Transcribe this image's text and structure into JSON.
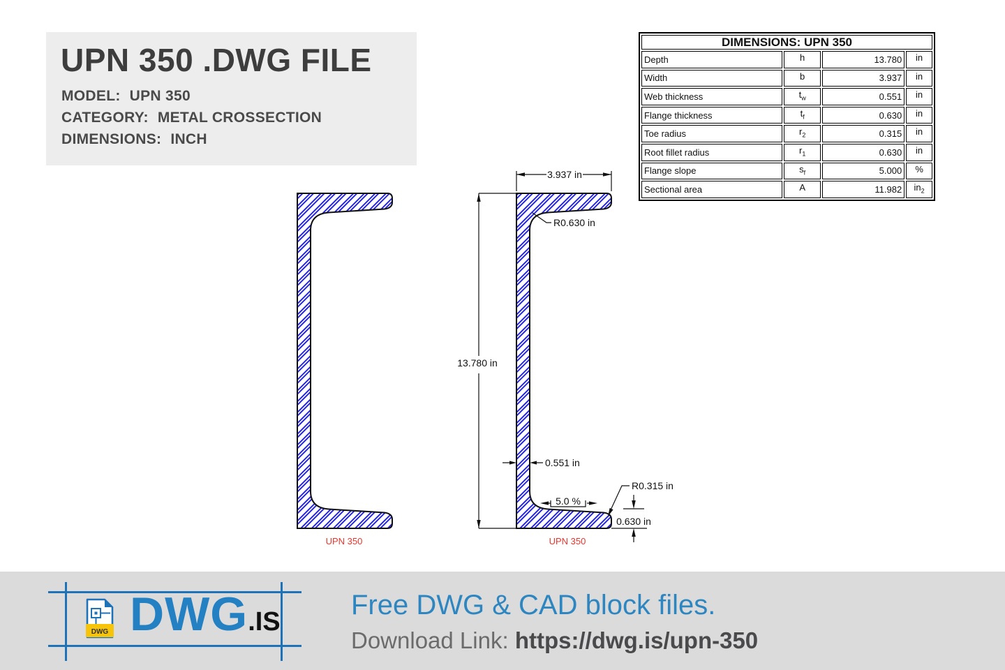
{
  "header": {
    "title": "UPN 350 .DWG FILE",
    "fields": [
      {
        "label": "MODEL:",
        "value": "UPN 350"
      },
      {
        "label": "CATEGORY:",
        "value": "METAL CROSSECTION"
      },
      {
        "label": "DIMENSIONS:",
        "value": "INCH"
      }
    ]
  },
  "dimensions_table": {
    "title": "DIMENSIONS: UPN 350",
    "rows": [
      {
        "name": "Depth",
        "symbol": "h",
        "symbol_sub": "",
        "value": "13.780",
        "unit": "in",
        "unit_sub": ""
      },
      {
        "name": "Width",
        "symbol": "b",
        "symbol_sub": "",
        "value": "3.937",
        "unit": "in",
        "unit_sub": ""
      },
      {
        "name": "Web thickness",
        "symbol": "t",
        "symbol_sub": "w",
        "value": "0.551",
        "unit": "in",
        "unit_sub": ""
      },
      {
        "name": "Flange thickness",
        "symbol": "t",
        "symbol_sub": "f",
        "value": "0.630",
        "unit": "in",
        "unit_sub": ""
      },
      {
        "name": "Toe radius",
        "symbol": "r",
        "symbol_sub": "2",
        "value": "0.315",
        "unit": "in",
        "unit_sub": ""
      },
      {
        "name": "Root fillet radius",
        "symbol": "r",
        "symbol_sub": "1",
        "value": "0.630",
        "unit": "in",
        "unit_sub": ""
      },
      {
        "name": "Flange slope",
        "symbol": "s",
        "symbol_sub": "f",
        "value": "5.000",
        "unit": "%",
        "unit_sub": ""
      },
      {
        "name": "Sectional area",
        "symbol": "A",
        "symbol_sub": "",
        "value": "11.982",
        "unit": "in",
        "unit_sub": "2"
      }
    ]
  },
  "drawings": {
    "left_label": "UPN 350",
    "right_label": "UPN 350",
    "annotations": {
      "width": "3.937 in",
      "root_fillet_radius": "R0.630 in",
      "depth": "13.780 in",
      "web_thickness": "0.551 in",
      "flange_slope": "5.0 %",
      "toe_radius": "R0.315 in",
      "flange_thickness": "0.630 in"
    }
  },
  "footer": {
    "logo_badge": "DWG",
    "logo_text": "DWG",
    "logo_suffix": ".IS",
    "tagline": "Free DWG & CAD block files.",
    "download_label": "Download Link:",
    "download_url": "https://dwg.is/upn-350"
  },
  "colors": {
    "hatch_blue": "#1414e0",
    "drawing_label_red": "#e8362d",
    "brand_blue": "#2380c3",
    "line_blue": "#1e73b8",
    "badge_yellow": "#f6c40a",
    "header_bg": "#ededed",
    "footer_bg": "#dbdbdb"
  }
}
